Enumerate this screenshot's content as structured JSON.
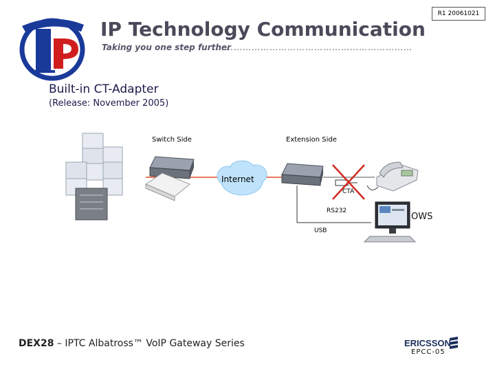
{
  "header": {
    "revision": "R1 20061021",
    "company": "IP Technology Communication",
    "tagline": "Taking you one step further",
    "tagline_dots": "…………………………………………………………"
  },
  "main": {
    "heading": "Built-in CT-Adapter",
    "release": "(Release: November 2005)"
  },
  "diagram": {
    "switch_side": "Switch Side",
    "extension_side": "Extension Side",
    "internet": "Internet",
    "cta": "CTA",
    "rs232": "RS232",
    "usb": "USB",
    "ows": "OWS"
  },
  "footer": {
    "product_bold": "DEX28",
    "product_rest": " – IPTC Albatross™ VoIP Gateway Series",
    "brand": "ERICSSON",
    "code": "EPCC-05"
  },
  "colors": {
    "link_line": "#e04a2a",
    "cross": "#d0281e",
    "logo_blue": "#1a3a9a",
    "logo_red": "#d01e1e"
  }
}
